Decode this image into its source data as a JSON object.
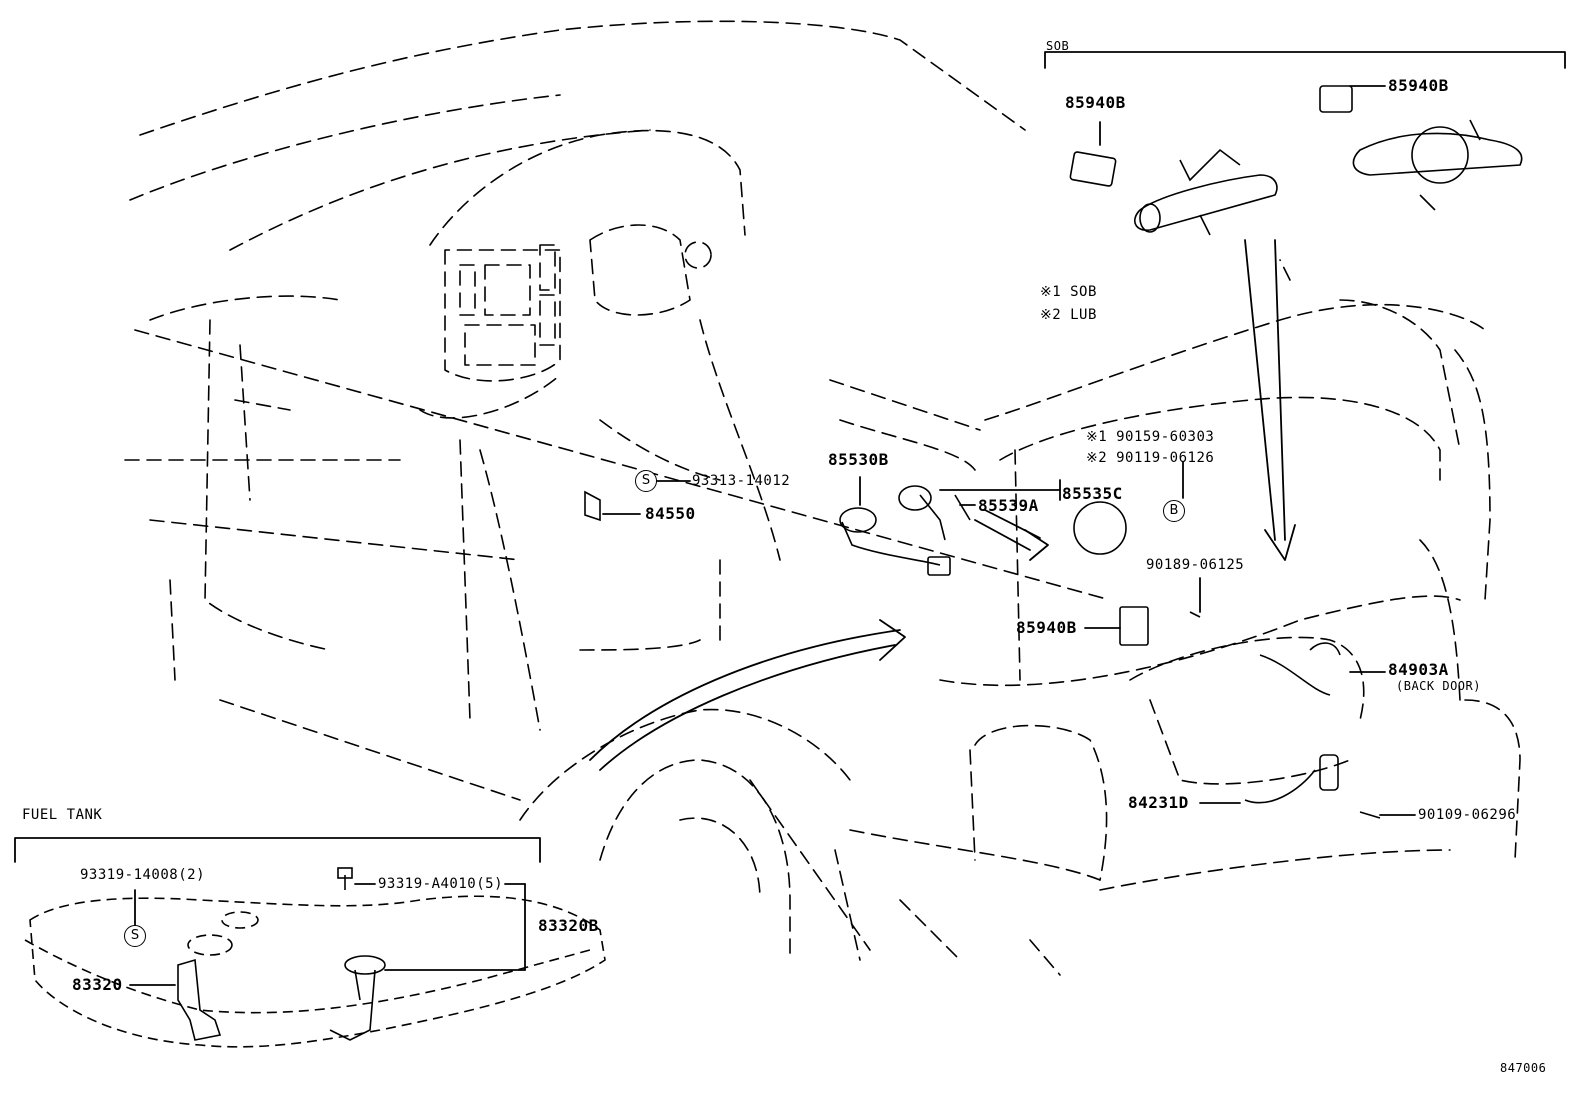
{
  "sections": {
    "sob_header": "SOB",
    "fuel_tank_header": "FUEL TANK"
  },
  "legend": {
    "line1": "※1 SOB",
    "line2": "※2 LUB"
  },
  "callouts": {
    "p85940B_a": "85940B",
    "p85940B_b": "85940B",
    "p85940B_c": "85940B",
    "p93313": "93313-14012",
    "p84550": "84550",
    "p85530B": "85530B",
    "p85539A": "85539A",
    "p85535C": "85535C",
    "p90159": "※1 90159-60303",
    "p90119": "※2 90119-06126",
    "p90189": "90189-06125",
    "p84903A": "84903A",
    "p84903A_note": "(BACK DOOR)",
    "p84231D": "84231D",
    "p90109": "90109-06296",
    "p93319_14008": "93319-14008(2)",
    "p93319_A4010": "93319-A4010(5)",
    "p83320B": "83320B",
    "p83320": "83320"
  },
  "markers": {
    "s_symbol": "S",
    "b_symbol": "B"
  },
  "diagram_id": "847006"
}
